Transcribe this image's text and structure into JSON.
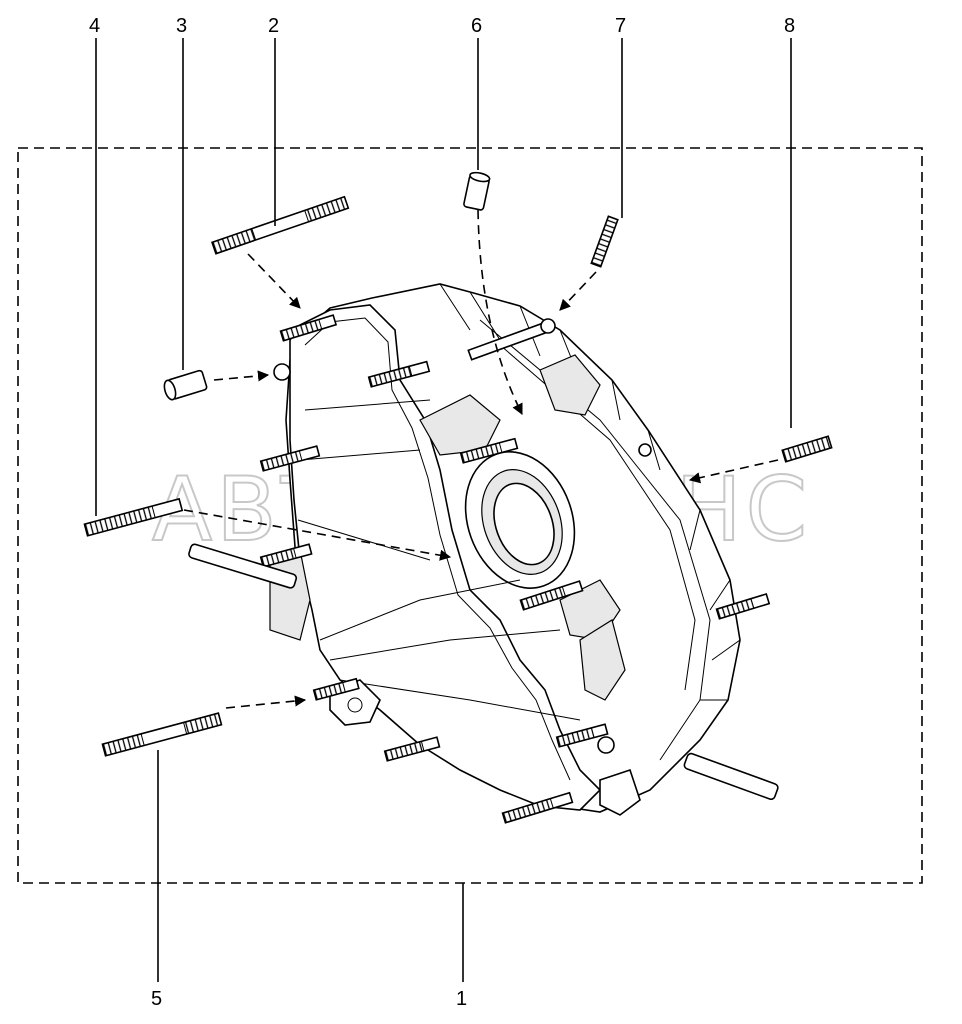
{
  "callouts": {
    "c1": "1",
    "c2": "2",
    "c3": "3",
    "c4": "4",
    "c5": "5",
    "c6": "6",
    "c7": "7",
    "c8": "8"
  },
  "watermark": "АВТОАЛЬЯНС"
}
